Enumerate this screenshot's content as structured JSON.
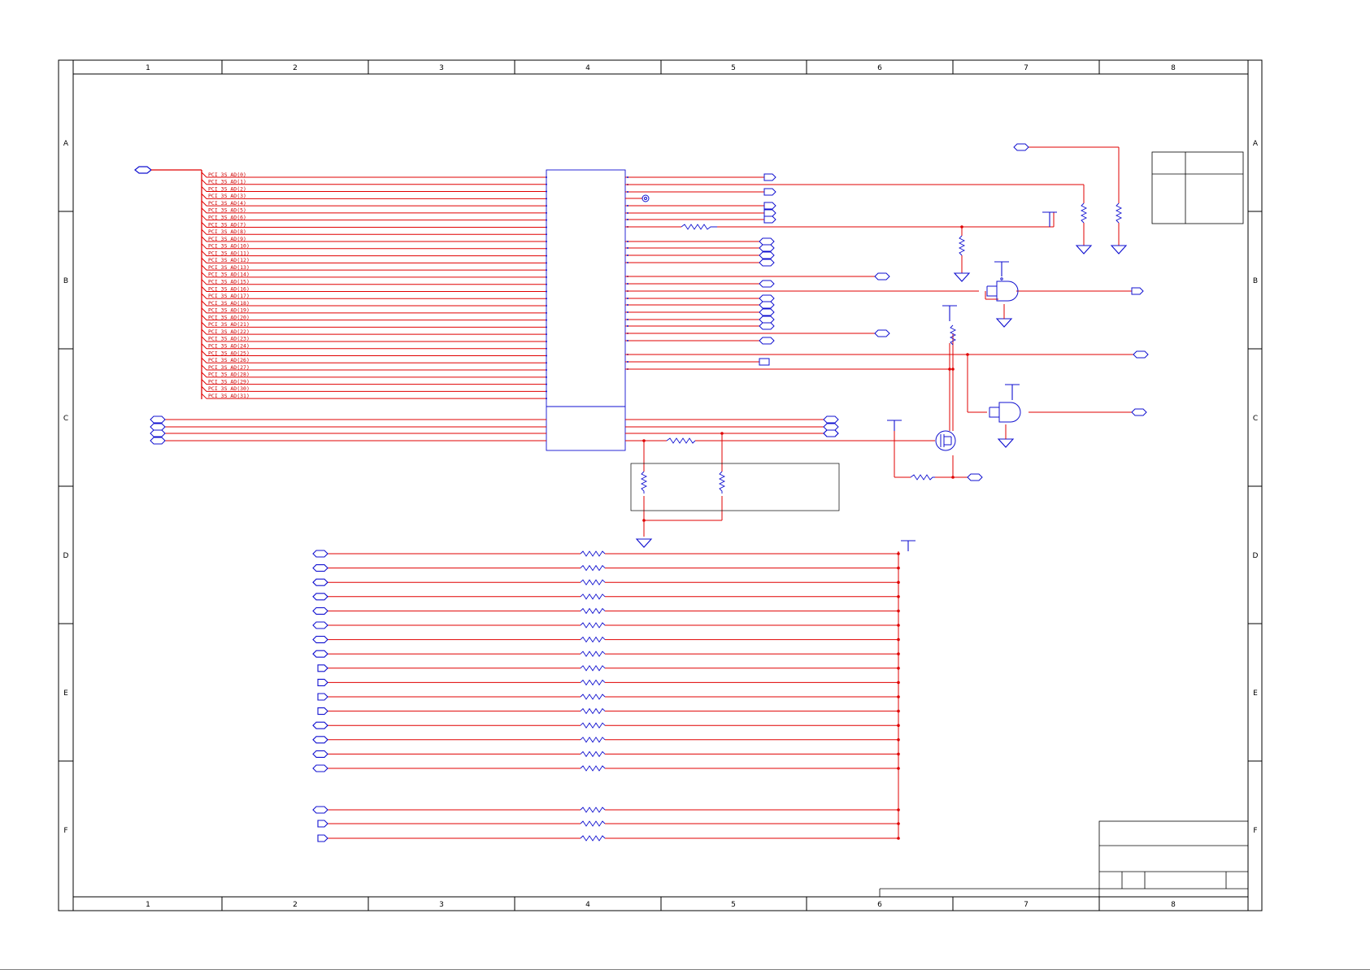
{
  "frame": {
    "column_labels": [
      "1",
      "2",
      "3",
      "4",
      "5",
      "6",
      "7",
      "8"
    ],
    "row_labels": [
      "A",
      "B",
      "C",
      "D",
      "E",
      "F"
    ]
  },
  "bus": {
    "net_labels": [
      "PCI_3S_AD(0)",
      "PCI_3S_AD(1)",
      "PCI_3S_AD(2)",
      "PCI_3S_AD(3)",
      "PCI_3S_AD(4)",
      "PCI_3S_AD(5)",
      "PCI_3S_AD(6)",
      "PCI_3S_AD(7)",
      "PCI_3S_AD(8)",
      "PCI_3S_AD(9)",
      "PCI_3S_AD(10)",
      "PCI_3S_AD(11)",
      "PCI_3S_AD(12)",
      "PCI_3S_AD(13)",
      "PCI_3S_AD(14)",
      "PCI_3S_AD(15)",
      "PCI_3S_AD(16)",
      "PCI_3S_AD(17)",
      "PCI_3S_AD(18)",
      "PCI_3S_AD(19)",
      "PCI_3S_AD(20)",
      "PCI_3S_AD(21)",
      "PCI_3S_AD(22)",
      "PCI_3S_AD(23)",
      "PCI_3S_AD(24)",
      "PCI_3S_AD(25)",
      "PCI_3S_AD(26)",
      "PCI_3S_AD(27)",
      "PCI_3S_AD(28)",
      "PCI_3S_AD(29)",
      "PCI_3S_AD(30)",
      "PCI_3S_AD(31)"
    ]
  },
  "colors": {
    "wire": "#e00000",
    "component": "#1010d0",
    "frame": "#000000",
    "junction": "#e00000"
  }
}
